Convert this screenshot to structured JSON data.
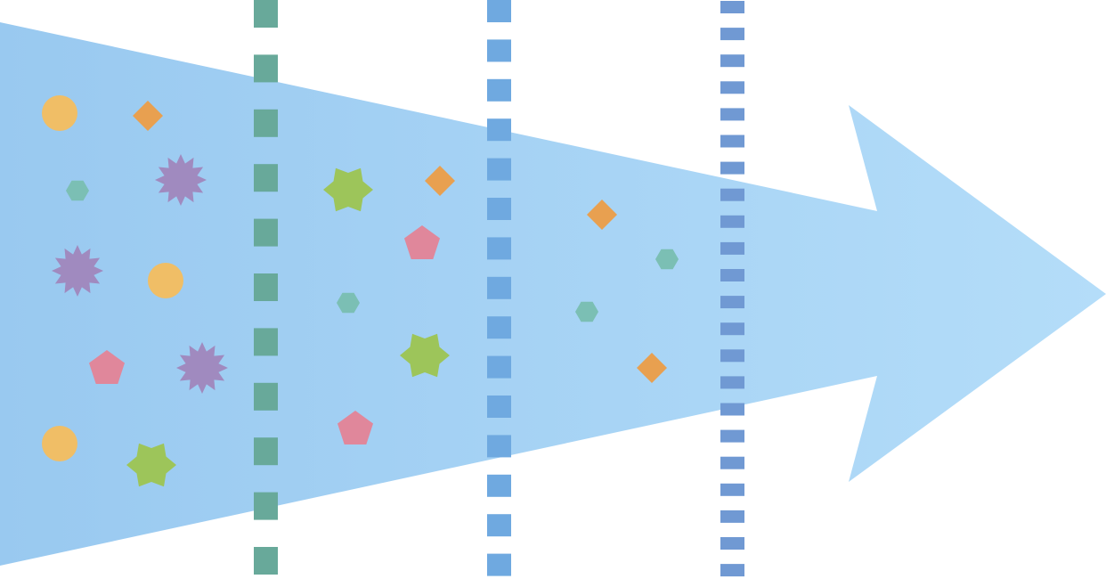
{
  "colors": {
    "arrow_start": "#99c9f0",
    "arrow_end": "#b4ddf9",
    "circle": "#f0be66",
    "diamond": "#e8a050",
    "hexagon": "#7bbfb4",
    "star12": "#a08abf",
    "pentagon": "#e0879b",
    "star6": "#9dc55a",
    "filter_1": "#68a99a",
    "filter_2": "#6fa9e0",
    "filter_3": "#7099d3"
  },
  "filters": [
    {
      "name": "filter-1",
      "color_key": "filter_1"
    },
    {
      "name": "filter-2",
      "color_key": "filter_2"
    },
    {
      "name": "filter-3",
      "color_key": "filter_3"
    }
  ]
}
